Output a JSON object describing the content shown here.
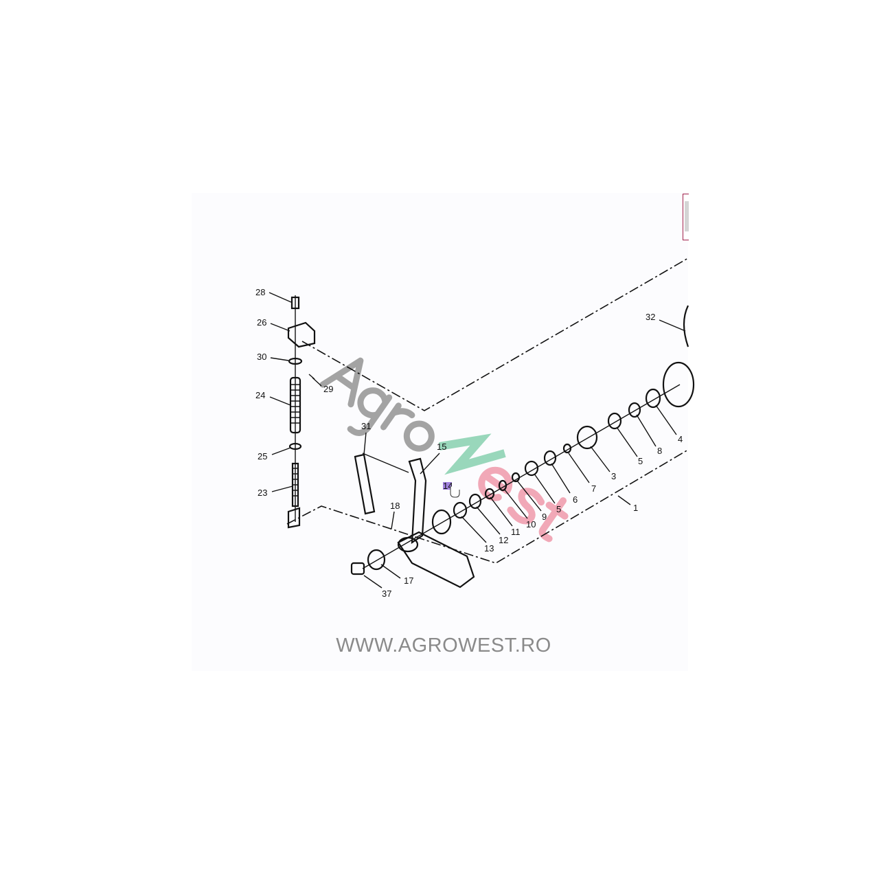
{
  "diagram": {
    "callouts": [
      "28",
      "26",
      "30",
      "29",
      "24",
      "25",
      "23",
      "31",
      "15",
      "14",
      "18",
      "17",
      "37",
      "13",
      "12",
      "11",
      "10",
      "9",
      "5",
      "6",
      "7",
      "3",
      "5",
      "8",
      "4",
      "1",
      "32"
    ],
    "highlighted_callout": "14",
    "highlight_color": "#7a4fd0"
  },
  "watermark": {
    "logo_text": "AgroWest",
    "website": "WWW.AGROWEST.RO",
    "colors": {
      "grey": "#9a9a9a",
      "green": "#8fd4b4",
      "red": "#f0a0b0"
    }
  }
}
